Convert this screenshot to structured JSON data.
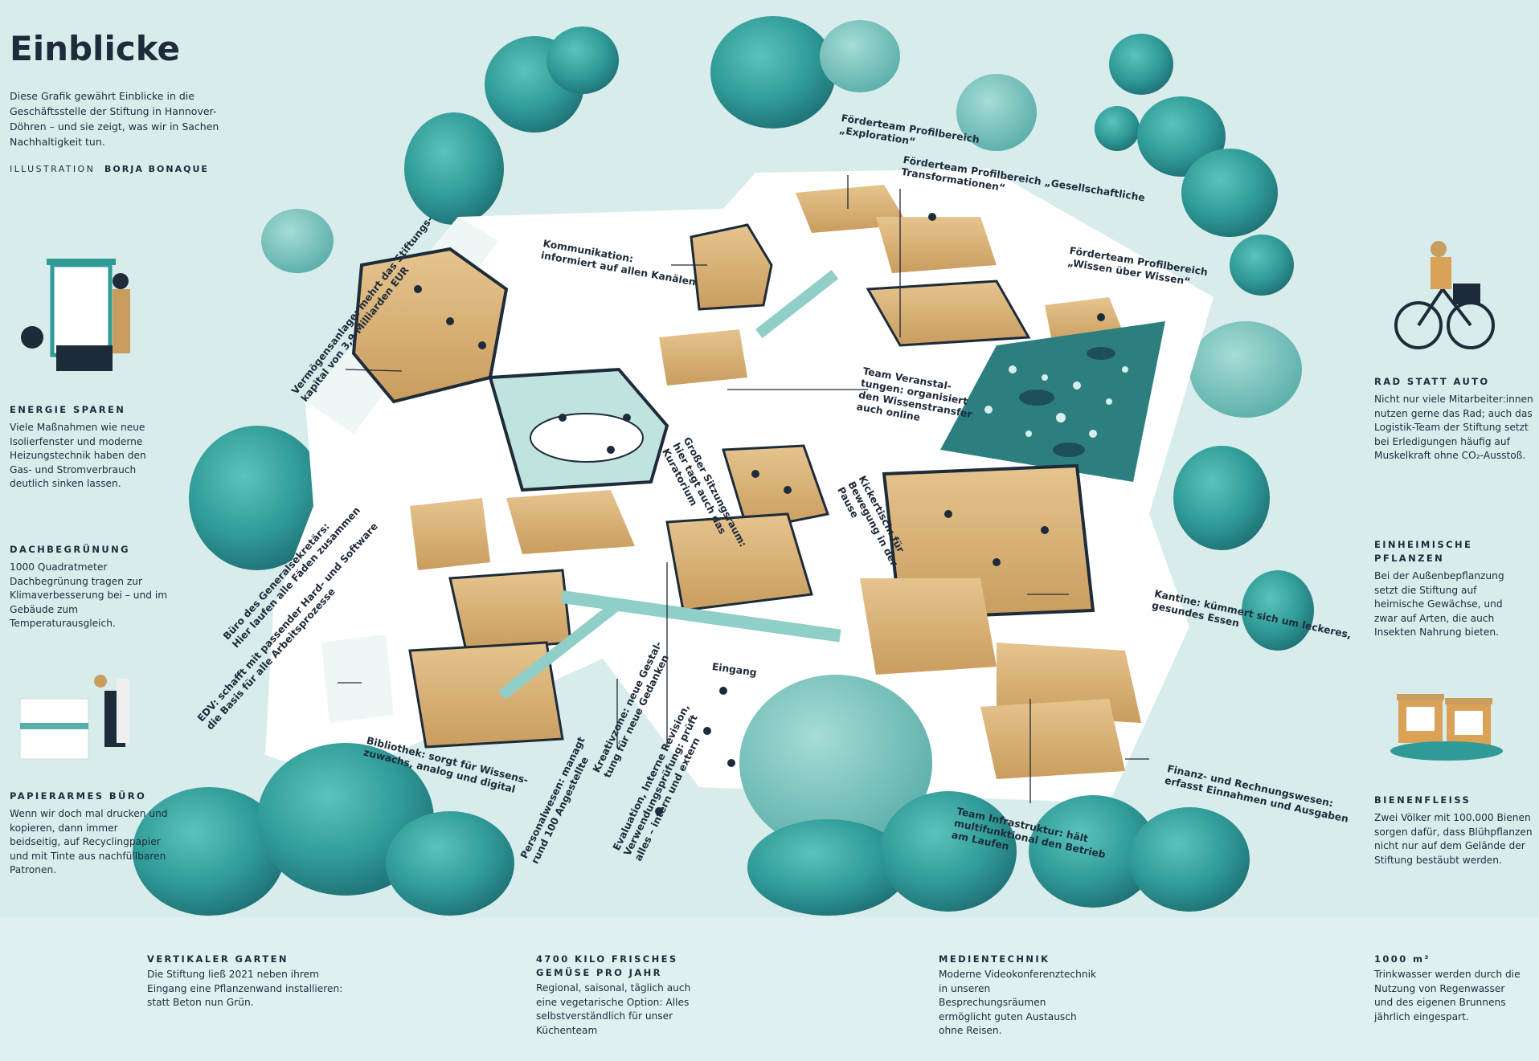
{
  "header": {
    "title": "Einblicke",
    "intro": "Diese Grafik gewährt Einblicke in die Geschäftsstelle der Stiftung in Hannover-Döhren – und sie zeigt, was wir in Sachen Nachhaltigkeit tun.",
    "credit_label": "ILLUSTRATION",
    "credit_name": "BORJA BONAQUE"
  },
  "colors": {
    "background": "#d8ecec",
    "teal": "#2f9a96",
    "teal_dark": "#1e6f73",
    "sand": "#d9b37a",
    "navy": "#1d2b3a",
    "building": "#ffffff"
  },
  "left_notes": [
    {
      "heading": "ENERGIE SPAREN",
      "text": "Viele Maßnahmen wie neue Isolierfenster und moderne Heizungstechnik haben den Gas- und Stromverbrauch deutlich sinken lassen.",
      "icon": "window-heater-icon"
    },
    {
      "heading": "DACHBEGRÜNUNG",
      "text": "1000 Quadratmeter Dachbegrünung tragen zur Klimaverbesserung bei – und im Gebäude zum Temperaturausgleich."
    },
    {
      "heading": "PAPIERARMES BÜRO",
      "text": "Wenn wir doch mal drucken und kopieren, dann immer beidseitig, auf Recyclingpapier und mit Tinte aus nachfüllbaren Patronen.",
      "icon": "copier-icon"
    }
  ],
  "right_notes": [
    {
      "heading": "RAD STATT AUTO",
      "text": "Nicht nur viele Mitarbeiter:innen nutzen gerne das Rad; auch das Logistik-Team der Stiftung setzt bei Erledigungen häufig auf Muskelkraft ohne CO₂-Ausstoß.",
      "icon": "bicycle-icon"
    },
    {
      "heading": "EINHEIMISCHE PFLANZEN",
      "text": "Bei der Außenbepflanzung setzt die Stiftung auf heimische Gewächse, und zwar auf Arten, die auch Insekten Nahrung bieten."
    },
    {
      "heading": "BIENENFLEISS",
      "text": "Zwei Völker mit 100.000 Bienen sorgen dafür, dass Blühpflanzen nicht nur auf dem Gelände der Stiftung bestäubt werden.",
      "icon": "beehive-icon"
    }
  ],
  "bottom_notes": [
    {
      "heading": "VERTIKALER GARTEN",
      "text": "Die Stiftung ließ 2021 neben ihrem Eingang eine Pflanzenwand installieren: statt Beton nun Grün.",
      "icon": "plant-wall-icon"
    },
    {
      "heading": "4700 KILO FRISCHES GEMÜSE PRO JAHR",
      "text": "Regional, saisonal, täglich auch eine vegetarische Option: Alles selbstverständlich für unser Küchenteam",
      "icon": "chef-icon"
    },
    {
      "heading": "MEDIENTECHNIK",
      "text": "Moderne Videokonferenztechnik in unseren Besprechungsräumen ermöglicht guten Austausch ohne Reisen.",
      "icon": "video-screen-icon"
    },
    {
      "heading": "1000 m³",
      "text": "Trinkwasser werden durch die Nutzung von Regenwasser und des eigenen Brunnens jährlich eingespart.",
      "icon": "rain-tank-icon"
    }
  ],
  "room_labels": {
    "exploration": "Förderteam Profilbereich\n„Exploration“",
    "transformationen": "Förderteam Profilbereich „Gesellschaftliche\nTransformationen“",
    "wissen": "Förderteam Profilbereich\n„Wissen über Wissen“",
    "kommunikation": "Kommunikation:\ninformiert auf allen Kanälen",
    "vermoegen": "Vermögensanlage: mehrt das Stiftungs-\nkapital von 3,9 Milliarden EUR",
    "veranstaltungen": "Team Veranstal-\ntungen: organisiert\nden Wissenstransfer\nauch online",
    "sitzungsraum": "Großer Sitzungsraum:\nhier tagt auch das\nKuratorium",
    "kicker": "Kickertisch: für\nBewegung in der\nPause",
    "generalsekretaer": "Büro des Generalsekretärs:\nHier laufen alle Fäden zusammen",
    "edv": "EDV: schafft mit passender Hard- und Software\ndie Basis für alle Arbeitsprozesse",
    "kantine": "Kantine: kümmert sich um leckeres,\ngesundes Essen",
    "eingang": "Eingang",
    "bibliothek": "Bibliothek: sorgt für Wissens-\nzuwachs, analog und digital",
    "personal": "Personalwesen: managt\nrund 100 Angestellte",
    "kreativ": "Kreativzone: neue Gestal-\ntung für neue Gedanken",
    "evaluation": "Evaluation, Interne Revision,\nVerwendungsprüfung: prüft\nalles – intern und extern",
    "finanz": "Finanz- und Rechnungswesen:\nerfasst Einnahmen und Ausgaben",
    "infrastruktur": "Team Infrastruktur: hält\nmultifunktional den Betrieb\nam Laufen"
  }
}
